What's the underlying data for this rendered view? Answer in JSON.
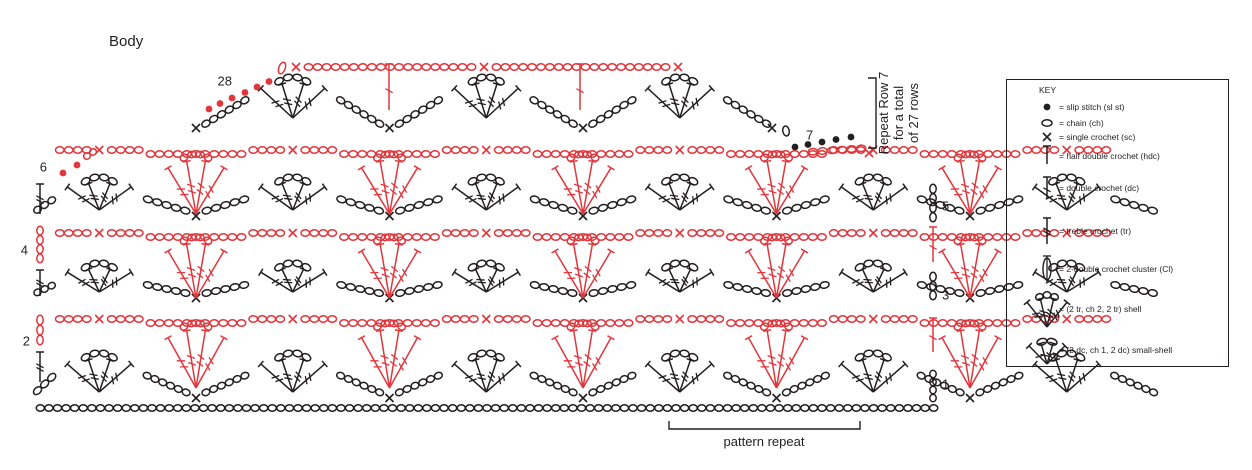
{
  "title": "Body",
  "colors": {
    "black": "#231f20",
    "red": "#e0363c"
  },
  "row_labels": [
    {
      "text": "1",
      "color": "black",
      "side": "right"
    },
    {
      "text": "2",
      "color": "red",
      "side": "left"
    },
    {
      "text": "3",
      "color": "black",
      "side": "right"
    },
    {
      "text": "4",
      "color": "red",
      "side": "left"
    },
    {
      "text": "5",
      "color": "black",
      "side": "right"
    },
    {
      "text": "6",
      "color": "red",
      "side": "left"
    },
    {
      "text": "7",
      "color": "black",
      "side": "right"
    },
    {
      "text": "28",
      "color": "red",
      "side": "left"
    }
  ],
  "repeat_note": {
    "line1": "Repeat Row 7",
    "line2": "for a total",
    "line3": "of 27 rows"
  },
  "pattern_repeat_label": "pattern repeat",
  "key": {
    "heading": "KEY",
    "items": [
      {
        "symbol": "slip-stitch",
        "label": "= slip stitch (sl st)"
      },
      {
        "symbol": "chain",
        "label": "= chain (ch)"
      },
      {
        "symbol": "single-crochet",
        "label": "= single crochet (sc)"
      },
      {
        "symbol": "half-double-crochet",
        "label": "= half double crochet (hdc)"
      },
      {
        "symbol": "double-crochet",
        "label": "= double crochet (dc)"
      },
      {
        "symbol": "treble-crochet",
        "label": "= treble crochet (tr)"
      },
      {
        "symbol": "cluster",
        "label": "= 2-double crochet cluster (Cl)"
      },
      {
        "symbol": "shell",
        "label": "= (2 tr, ch 2, 2 tr) shell"
      },
      {
        "symbol": "small-shell",
        "label": "= (2 dc, ch 1, 2 dc) small-shell"
      }
    ]
  }
}
